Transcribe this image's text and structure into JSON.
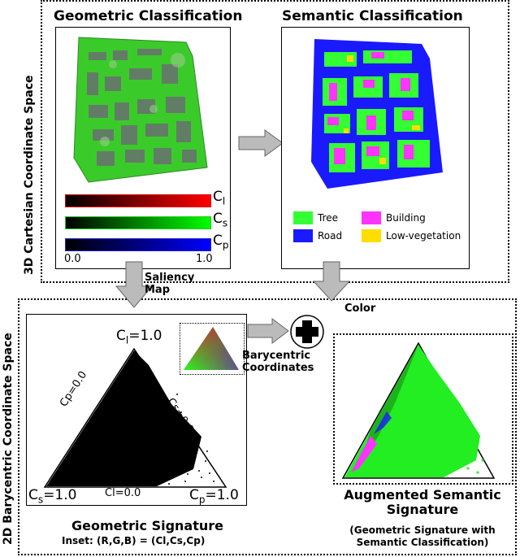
{
  "left_axis_top": "3D Cartesian Coordinate Space",
  "left_axis_bottom": "2D Barycentric Coordinate Space",
  "geo_title": "Geometric Classification",
  "sem_title": "Semantic Classification",
  "bars": {
    "cl_label": "C",
    "cl_sub": "l",
    "cs_label": "C",
    "cs_sub": "s",
    "cp_label": "C",
    "cp_sub": "p",
    "min": "0.0",
    "max": "1.0"
  },
  "legend": {
    "tree": "Tree",
    "road": "Road",
    "building": "Building",
    "lowveg": "Low-vegetation",
    "colors": {
      "tree": "#33ff33",
      "road": "#1a1aff",
      "building": "#ff33ff",
      "lowveg": "#ffdd00"
    }
  },
  "saliency": "Saliency\nMap",
  "color_label": "Color",
  "barycentric": "Barycentric\nCoordinates",
  "tri_labels": {
    "top_c": "C",
    "top_sub": "l",
    "top_val": "=1.0",
    "left_c": "C",
    "left_sub": "s",
    "left_val": "=1.0",
    "right_c": "C",
    "right_sub": "p",
    "right_val": "=1.0",
    "edge_left": "Cp=0.0",
    "edge_right": "Cs=0.0",
    "edge_bottom": "Cl=0.0"
  },
  "geo_sig_title": "Geometric Signature",
  "geo_sig_sub": "Inset: (R,G,B) = (Cl,Cs,Cp)",
  "aug_title": "Augmented Semantic\nSignature",
  "aug_sub": "(Geometric Signature with\nSemantic Classification)"
}
